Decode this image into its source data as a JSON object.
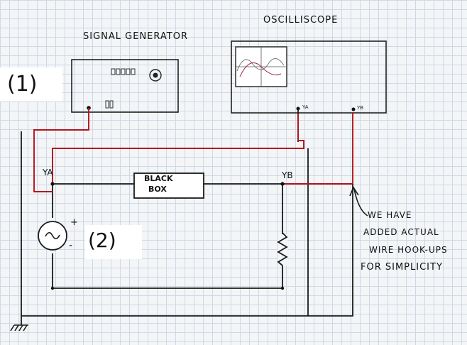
{
  "signal_generator": {
    "title": "SIGNAL GENERATOR"
  },
  "oscilloscope": {
    "title": "OSCILLISCOPE",
    "ya": "YA",
    "yb": "YB"
  },
  "labels": {
    "marker1": "(1)",
    "marker2": "(2)",
    "ya": "YA",
    "yb": "YB",
    "black_box_line1": "BLACK",
    "black_box_line2": "BOX",
    "plus": "+",
    "minus": "-"
  },
  "annotation": {
    "line1": "WE HAVE",
    "line2": "ADDED ACTUAL",
    "line3": "WIRE HOOK-UPS",
    "line4": "FOR SIMPLICITY"
  },
  "colors": {
    "wire": "#1a1a1a",
    "probe_wire": "#b3141c",
    "grid": "#cfd9e6",
    "background": "#f3f5f7"
  },
  "icons": [
    "ac-source-icon",
    "resistor-icon",
    "ground-icon",
    "arrow-icon",
    "knob-icon"
  ]
}
